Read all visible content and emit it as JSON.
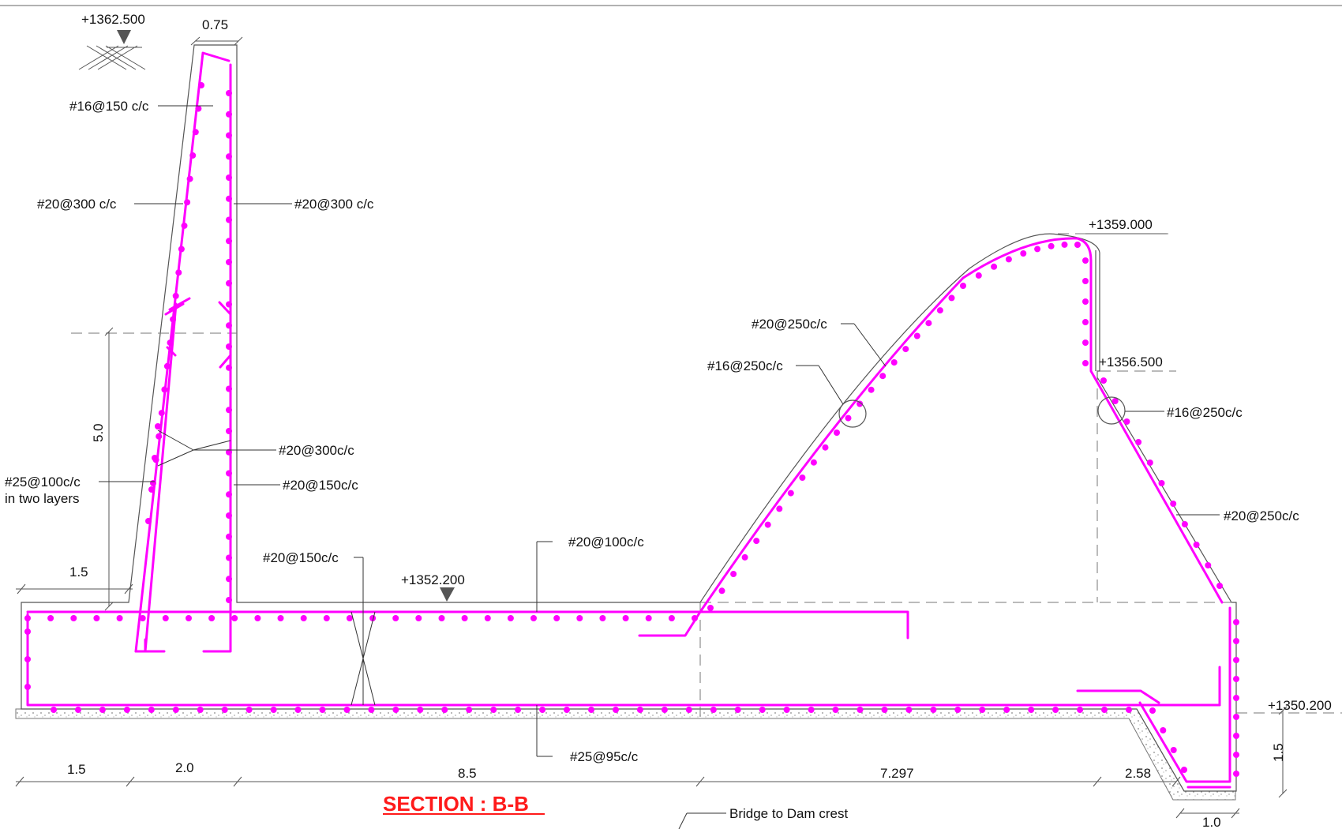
{
  "title": "SECTION : B-B",
  "colors": {
    "rebar": "#ff00ff",
    "outline": "#555555",
    "title": "#ff1a1a"
  },
  "elevations": {
    "top_wall": "+1362.500",
    "crest": "+1359.000",
    "step": "+1356.500",
    "slab": "+1352.200",
    "toe": "+1350.200"
  },
  "dimensions": {
    "wall_top": "0.75",
    "wall_height": "5.0",
    "heel": "1.5",
    "bottom": [
      "1.5",
      "2.0",
      "8.5",
      "7.297",
      "2.58"
    ],
    "key_width": "1.0",
    "key_depth": "1.5"
  },
  "callouts": {
    "c1": "#16@150 c/c",
    "c2": "#20@300 c/c",
    "c3": "#20@300 c/c",
    "c4": "#20@300c/c",
    "c5": "#20@150c/c",
    "c6": "#25@100c/c",
    "c7": "in two layers",
    "c8": "#20@150c/c",
    "c9": "#20@100c/c",
    "c10": "#25@95c/c",
    "c11": "#20@250c/c",
    "c12": "#16@250c/c",
    "c13": "#16@250c/c",
    "c14": "#20@250c/c"
  },
  "note": "Bridge to Dam crest"
}
